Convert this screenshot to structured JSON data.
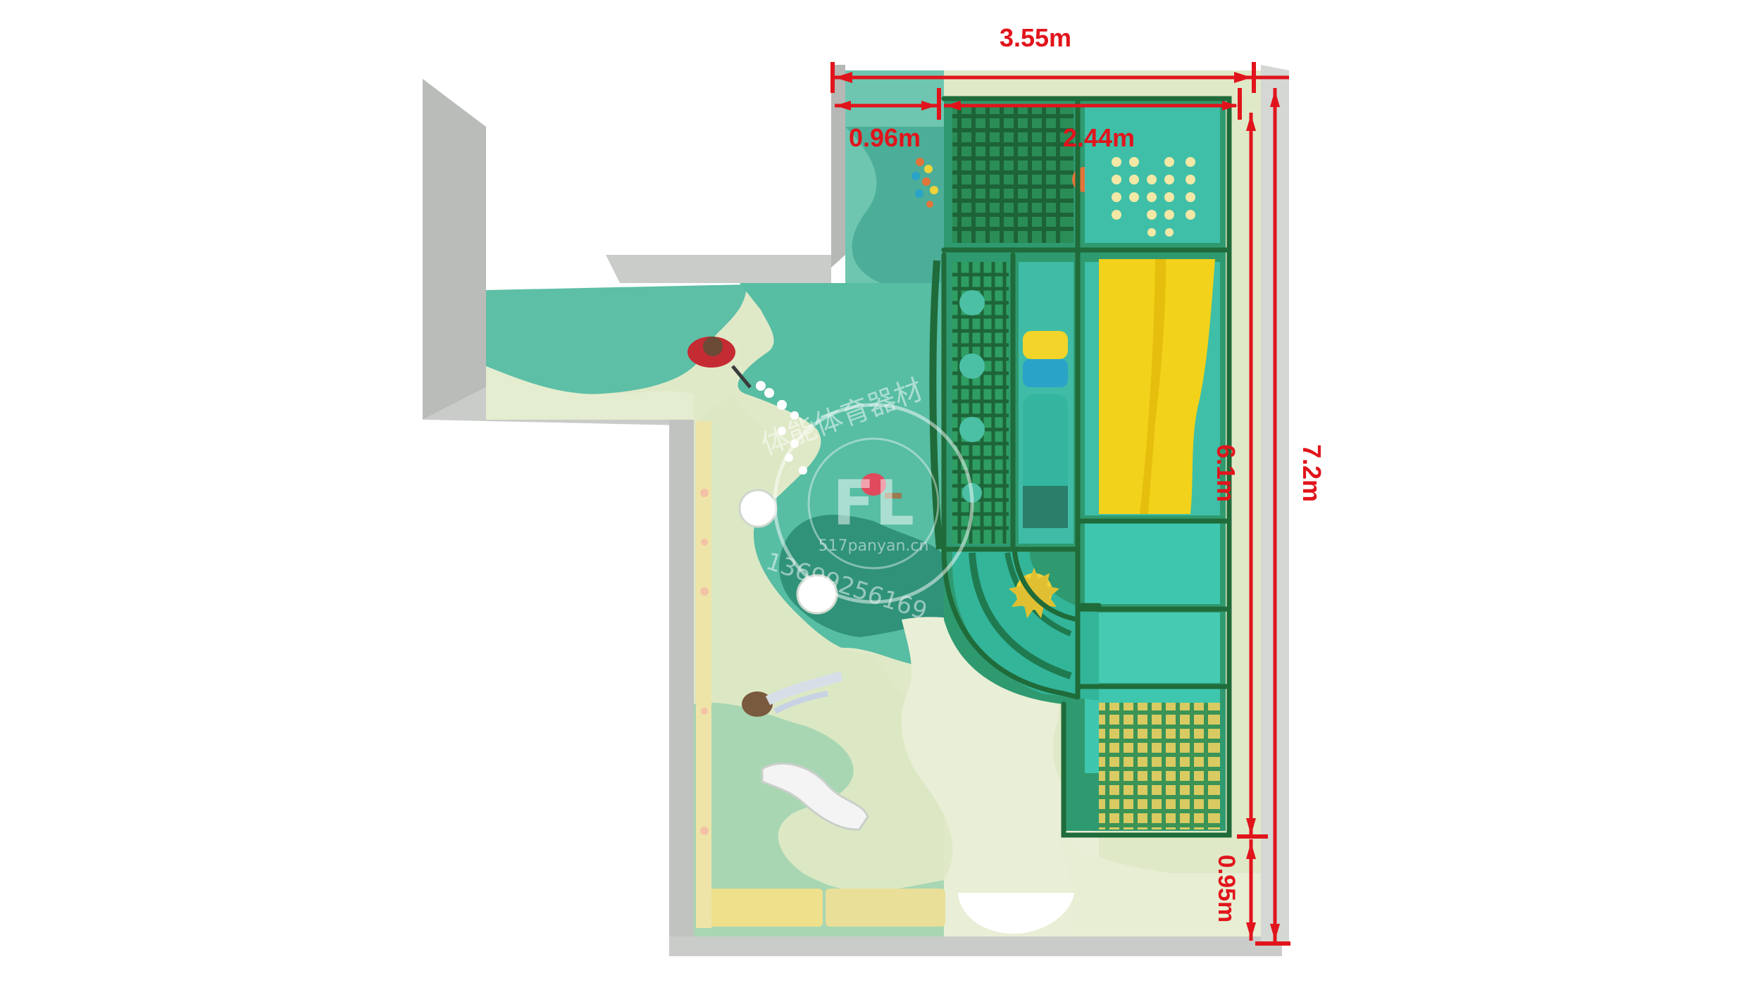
{
  "dimensions": {
    "total_width": "3.55m",
    "entry_width": "0.96m",
    "structure_width": "2.44m",
    "structure_depth": "6.1m",
    "total_depth": "7.2m",
    "bottom_gap": "0.95m"
  },
  "watermark": {
    "ring_text": "体能体育器材",
    "url": "517panyan.cn",
    "phone": "13699256169"
  },
  "colors": {
    "dimension": "#e1141c",
    "frame": "#2b7f45",
    "floor_teal": "#4db8a0",
    "floor_light": "#dfe9c8",
    "slide": "#f2d21a",
    "wall": "#c9ccc9"
  }
}
